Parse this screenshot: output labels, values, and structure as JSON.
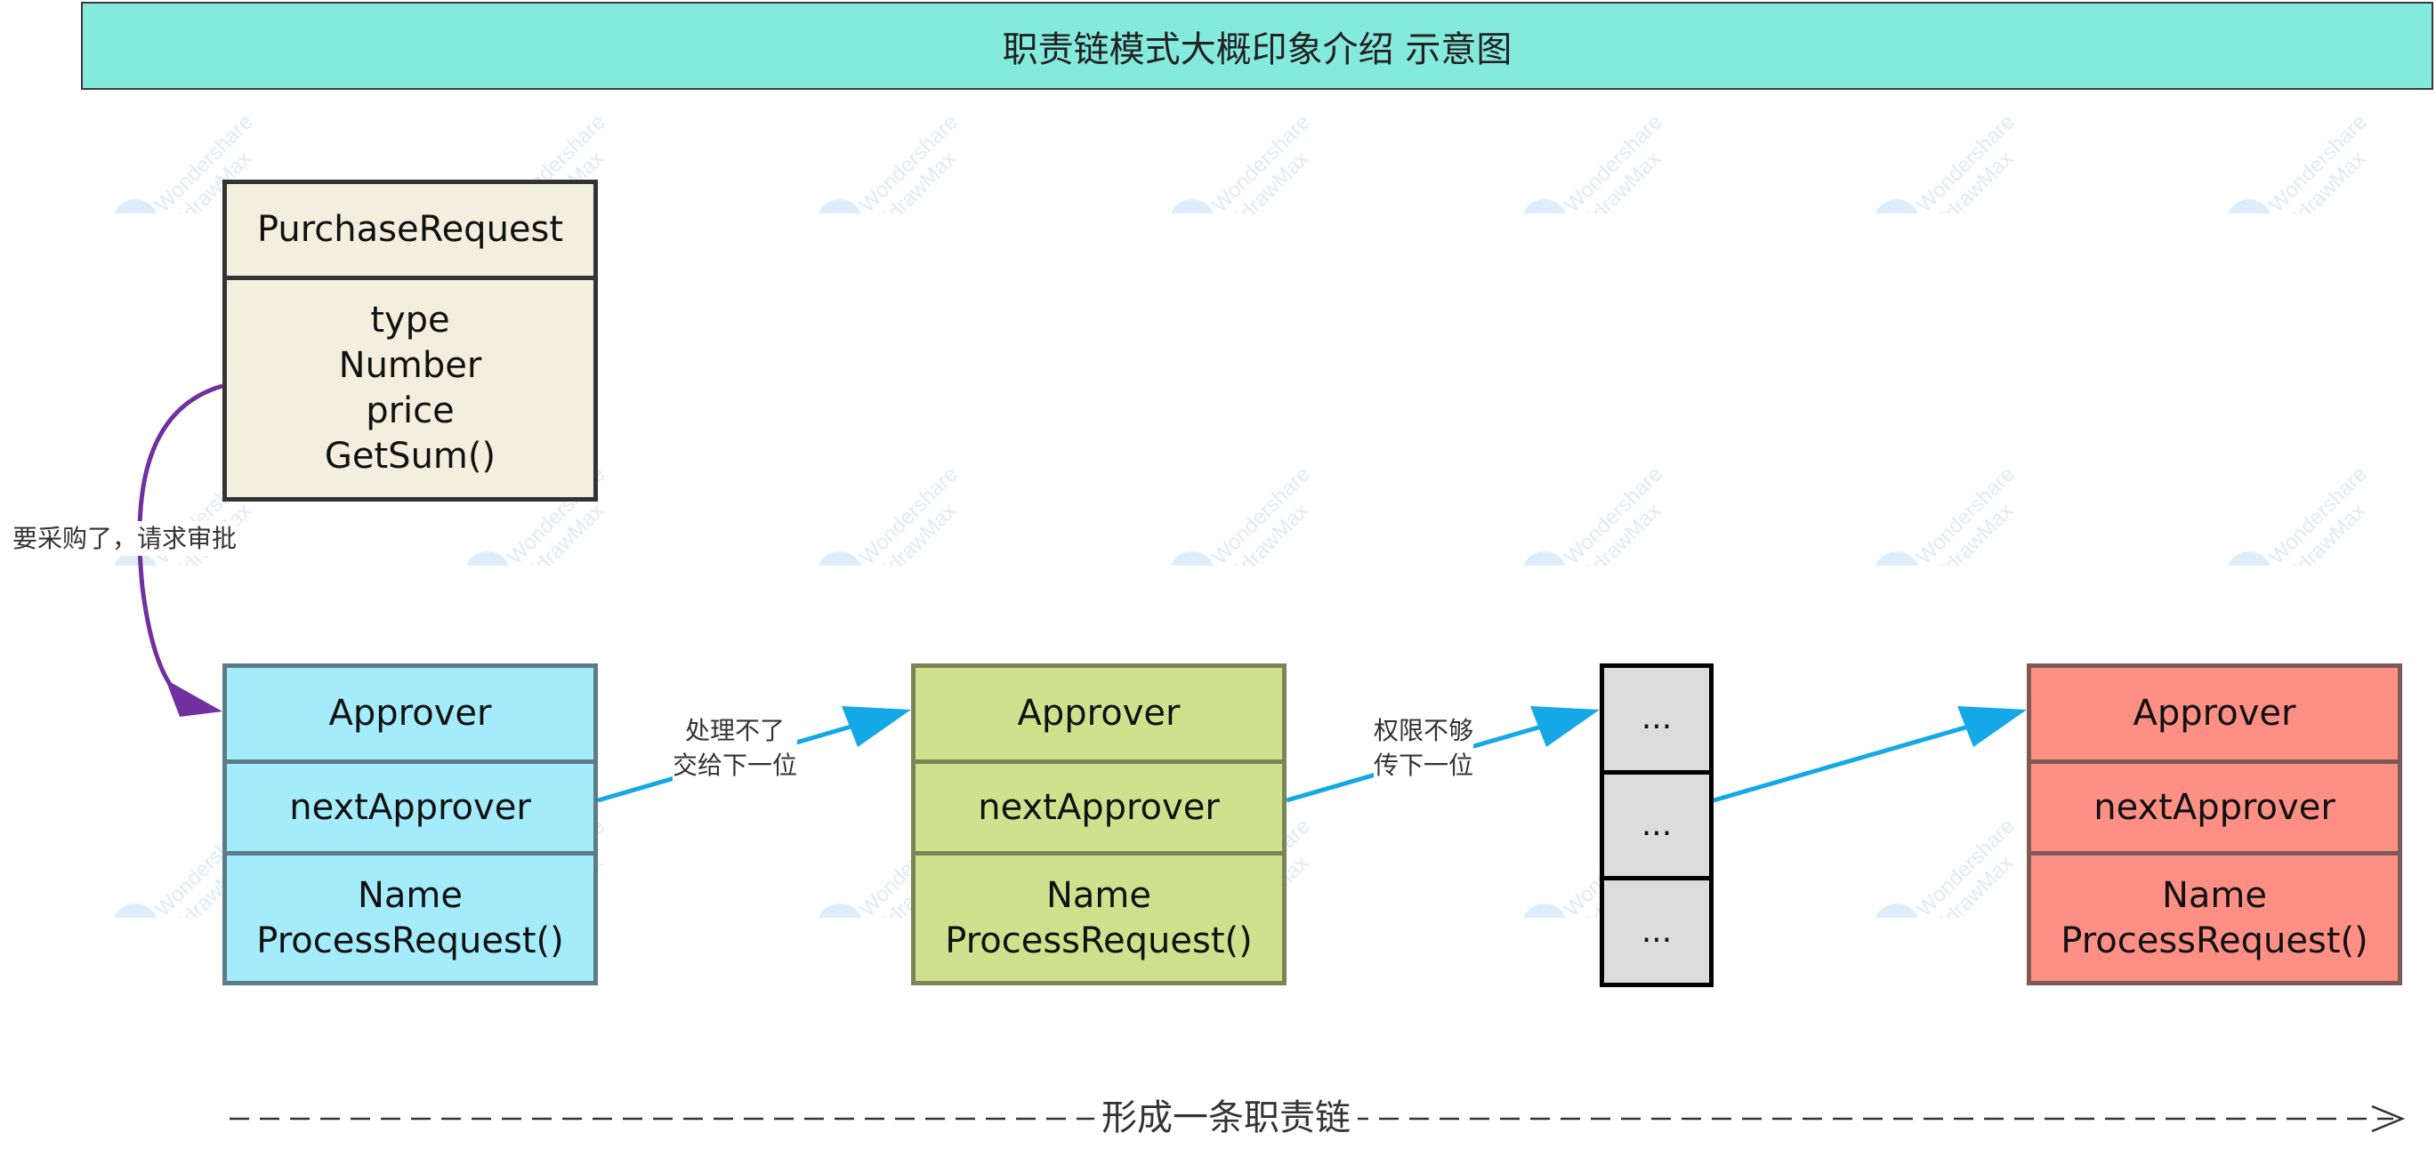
{
  "title": "职责链模式大概印象介绍 示意图",
  "purchase_request": {
    "name": "PurchaseRequest",
    "attributes": [
      "type",
      "Number",
      "price",
      "GetSum()"
    ]
  },
  "request_edge_label": "要采购了，请求审批",
  "approvers": [
    {
      "name": "Approver",
      "field": "nextApprover",
      "members": [
        "Name",
        "ProcessRequest()"
      ],
      "color": "#a4ebfb"
    },
    {
      "name": "Approver",
      "field": "nextApprover",
      "members": [
        "Name",
        "ProcessRequest()"
      ],
      "color": "#d1e08d"
    },
    {
      "name": "Approver",
      "field": "nextApprover",
      "members": [
        "Name",
        "ProcessRequest()"
      ],
      "color": "#fd8f85"
    }
  ],
  "placeholder_box": {
    "rows": [
      "...",
      "...",
      "..."
    ],
    "color": "#dcdcdc"
  },
  "edge_labels": {
    "first": [
      "处理不了",
      "交给下一位"
    ],
    "second": [
      "权限不够",
      "传下一位"
    ]
  },
  "bottom_label": "形成一条职责链",
  "watermark": [
    "Wondershare",
    "EdrawMax"
  ],
  "colors": {
    "title_bg": "#84eadc",
    "request_bg": "#f3efdf",
    "arrow_blue": "#14a9e6",
    "arrow_purple": "#7130a0"
  }
}
